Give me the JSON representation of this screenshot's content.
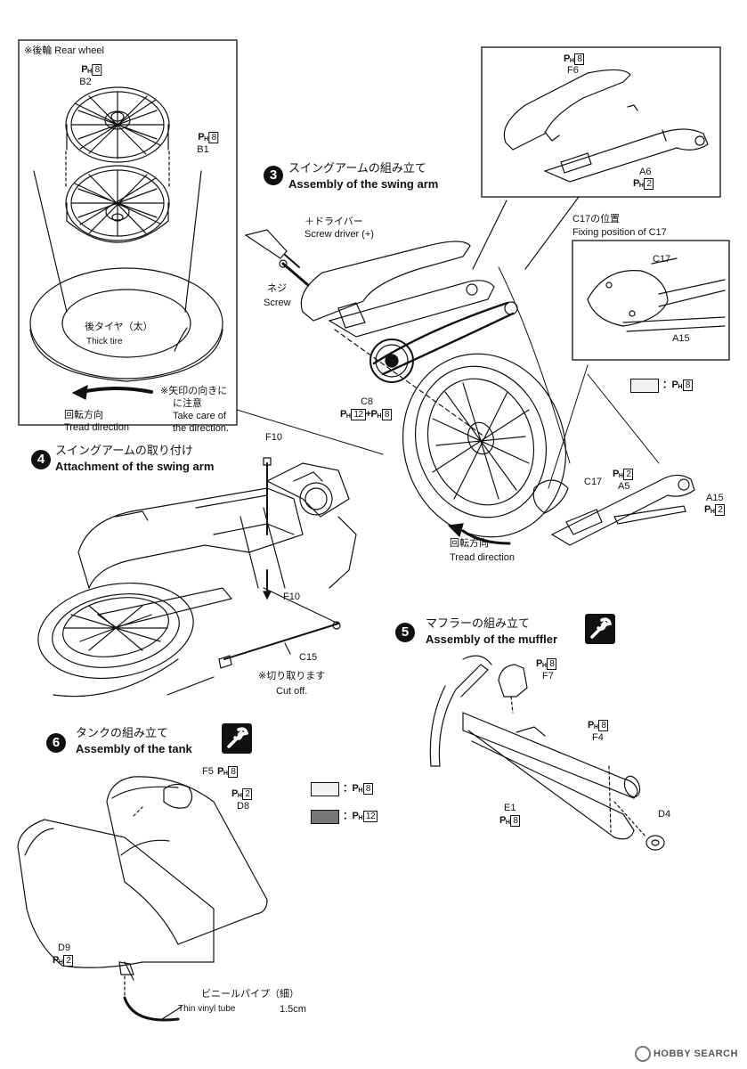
{
  "rear_wheel_box": {
    "title": "※後輪 Rear wheel",
    "b2": "B2",
    "b1": "B1",
    "tire_jp": "後タイヤ（太）",
    "tire_en": "Thick tire",
    "care_jp_1": "※矢印の向きに",
    "care_jp_2": "に注意",
    "care_en_1": "Take care of",
    "care_en_2": "the direction.",
    "tread_jp": "回転方向",
    "tread_en": "Tread direction"
  },
  "paint": {
    "ph8": "8",
    "ph2": "2",
    "ph12": "12"
  },
  "step3": {
    "num": "3",
    "title_jp": "スイングアームの組み立て",
    "title_en": "Assembly of the swing arm",
    "screwdriver_jp": "＋ドライバー",
    "screwdriver_en": "Screw driver (+)",
    "screw_jp": "ネジ",
    "screw_en": "Screw",
    "c8": "C8",
    "c8_paint": "+",
    "f6": "F6",
    "a6": "A6",
    "c17_pos_jp": "C17の位置",
    "c17_pos_en": "Fixing position of C17",
    "c17": "C17",
    "a15": "A15",
    "a5": "A5",
    "tread_jp": "回転方向",
    "tread_en": "Tread direction"
  },
  "step4": {
    "num": "4",
    "title_jp": "スイングアームの取り付け",
    "title_en": "Attachment of the swing arm",
    "f10": "F10",
    "c15": "C15",
    "cut_jp": "※切り取ります",
    "cut_en": "Cut off."
  },
  "step5": {
    "num": "5",
    "title_jp": "マフラーの組み立て",
    "title_en": "Assembly of the muffler",
    "f7": "F7",
    "f4": "F4",
    "e1": "E1",
    "d4": "D4"
  },
  "step6": {
    "num": "6",
    "title_jp": "タンクの組み立て",
    "title_en": "Assembly of the tank",
    "f5": "F5",
    "d8": "D8",
    "d9": "D9",
    "tube_jp": "ビニールパイプ（細）",
    "tube_en": "Thin vinyl tube",
    "tube_len": "1.5cm"
  },
  "legend": {
    "colon": "："
  },
  "watermark": "HOBBY SEARCH"
}
